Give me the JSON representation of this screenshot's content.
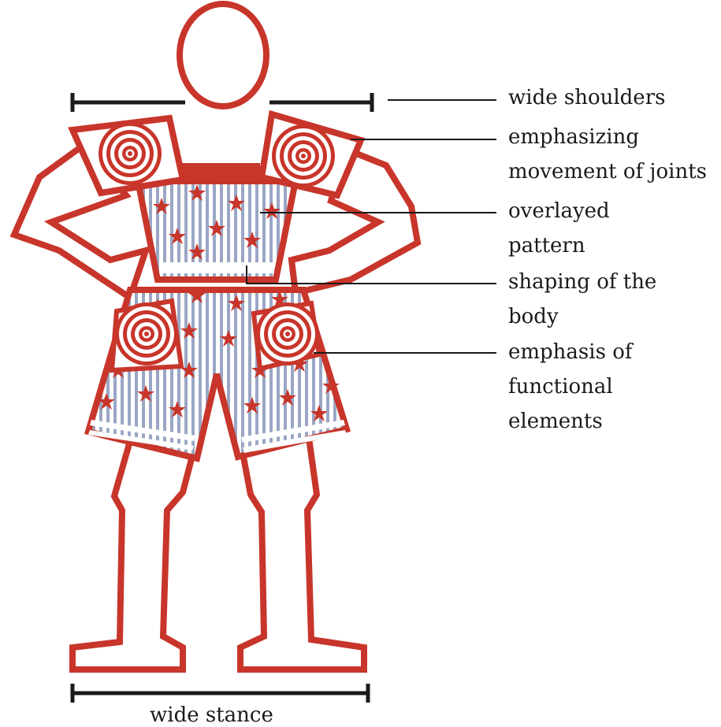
{
  "colors": {
    "outline": "#c8352a",
    "fill_light": "#ffffff",
    "pattern_stripe": "#9aa6c4",
    "ink": "#1a1a1a"
  },
  "annotations": {
    "shoulders": "wide shoulders",
    "joints": "emphasizing\nmovement of joints",
    "pattern": "overlayed\npattern",
    "shaping": "shaping of the\nbody",
    "functional": "emphasis of\nfunctional\nelements",
    "stance": "wide stance"
  },
  "icons": {
    "figure": "armored-figure-icon",
    "pad": "concentric-circle-pad-icon"
  }
}
